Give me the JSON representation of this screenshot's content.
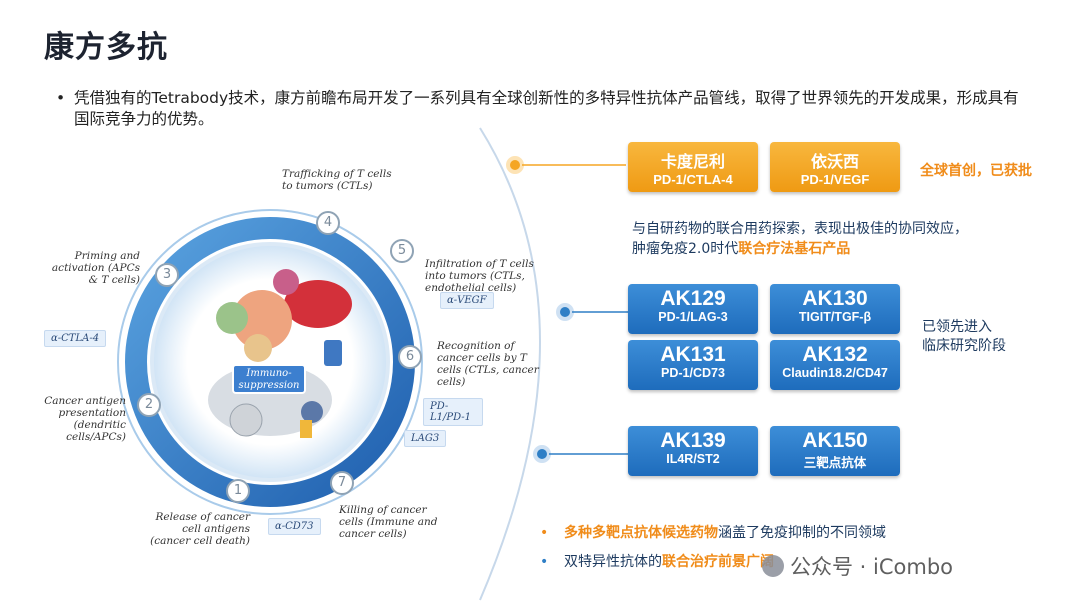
{
  "title": "康方多抗",
  "intro": "凭借独有的Tetrabody技术，康方前瞻布局开发了一系列具有全球创新性的多特异性抗体产品管线，取得了世界领先的开发成果，形成具有国际竞争力的优势。",
  "cycle": {
    "center_label": "Immuno-suppression",
    "steps": [
      {
        "number": "1",
        "label": "Release of cancer cell antigens (cancer cell death)"
      },
      {
        "number": "2",
        "label": "Cancer antigen presentation (dendritic cells/APCs)"
      },
      {
        "number": "3",
        "label": "Priming and activation (APCs & T cells)"
      },
      {
        "number": "4",
        "label": "Trafficking of T cells to tumors (CTLs)"
      },
      {
        "number": "5",
        "label": "Infiltration of T cells into tumors (CTLs, endothelial cells)"
      },
      {
        "number": "6",
        "label": "Recognition of cancer cells by T cells (CTLs, cancer cells)"
      },
      {
        "number": "7",
        "label": "Killing of cancer cells (Immune and cancer cells)"
      }
    ],
    "antibodies": {
      "ctla4": "α-CTLA-4",
      "vegf": "α-VEGF",
      "pdl1": "PD-L1/PD-1",
      "lag3": "LAG3",
      "cd73": "α-CD73"
    }
  },
  "approved": {
    "products": [
      {
        "name": "卡度尼利",
        "target": "PD-1/CTLA-4"
      },
      {
        "name": "依沃西",
        "target": "PD-1/VEGF"
      }
    ],
    "note": "全球首创，已获批"
  },
  "combo_note": {
    "line1": "与自研药物的联合用药探索，表现出极佳的协同效应，",
    "line2_prefix": "肿瘤免疫2.0时代",
    "line2_highlight": "联合疗法基石产品"
  },
  "clinical": {
    "products": [
      {
        "name": "AK129",
        "target": "PD-1/LAG-3"
      },
      {
        "name": "AK130",
        "target": "TIGIT/TGF-β"
      },
      {
        "name": "AK131",
        "target": "PD-1/CD73"
      },
      {
        "name": "AK132",
        "target": "Claudin18.2/CD47"
      }
    ],
    "note_line1": "已领先进入",
    "note_line2": "临床研究阶段"
  },
  "early": {
    "products": [
      {
        "name": "AK139",
        "target": "IL4R/ST2"
      },
      {
        "name": "AK150",
        "target": "三靶点抗体"
      }
    ]
  },
  "bullets": [
    {
      "highlight": "多种多靶点抗体候选药物",
      "text": "涵盖了免疫抑制的不同领域"
    },
    {
      "prefix": "双特异性抗体的",
      "highlight": "联合治疗前景广阔",
      "text": ""
    }
  ],
  "watermark": "公众号 · iCombo",
  "colors": {
    "orange": "#f08c1a",
    "blue": "#1e6cbc",
    "ring": "#2a6fc0"
  }
}
